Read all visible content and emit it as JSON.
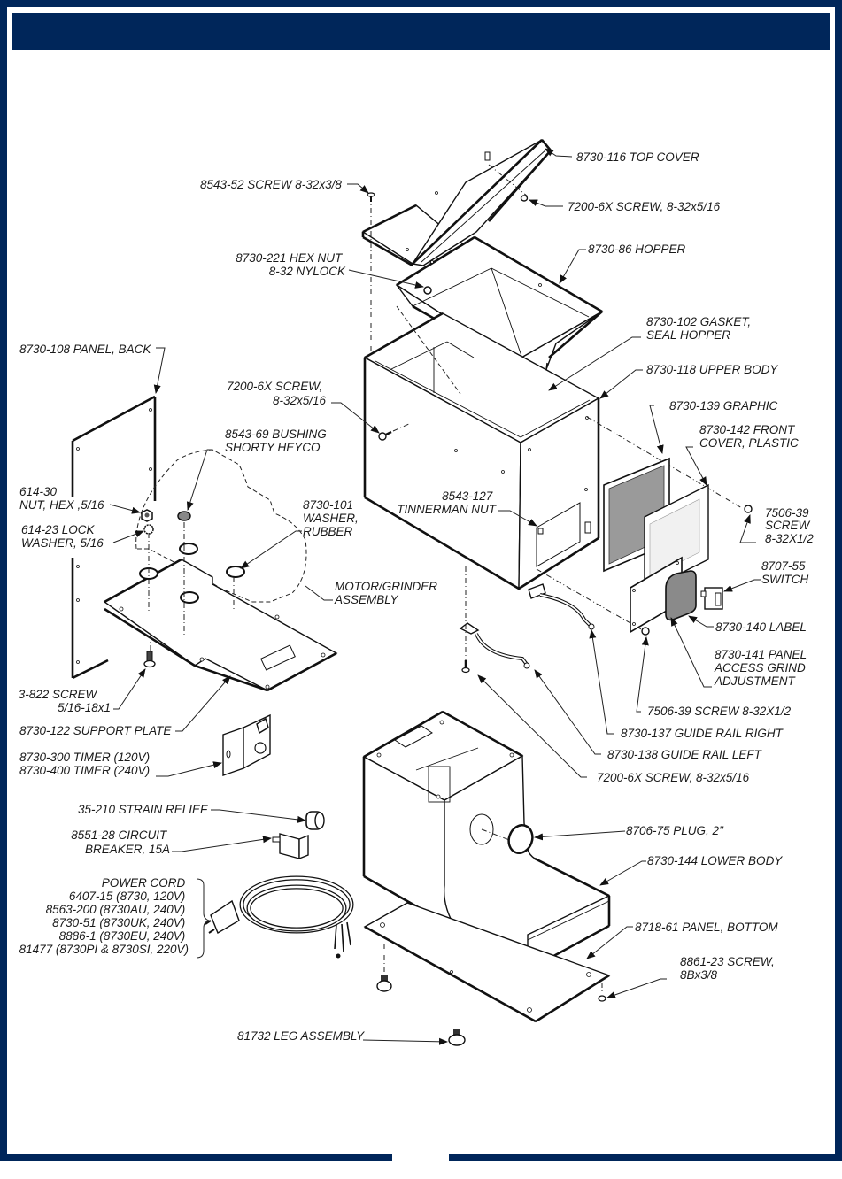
{
  "page": {
    "header_title": "",
    "frame_color": "#00265a",
    "diagram_title": "Exploded parts view — grinder assembly"
  },
  "labels": {
    "top_screw": "8543-52 SCREW 8-32x3/8",
    "top_cover": "8730-116 TOP COVER",
    "top_cover_screw": "7200-6X SCREW, 8-32x5/16",
    "hex_nut_1": "8730-221 HEX NUT",
    "hex_nut_2": "8-32 NYLOCK",
    "hopper": "8730-86 HOPPER",
    "gasket_1": "8730-102 GASKET,",
    "gasket_2": "SEAL HOPPER",
    "upper_body": "8730-118 UPPER BODY",
    "panel_back": "8730-108 PANEL, BACK",
    "side_screw_1": "7200-6X SCREW,",
    "side_screw_2": "8-32x5/16",
    "graphic": "8730-139 GRAPHIC",
    "front_cover_1": "8730-142 FRONT",
    "front_cover_2": "COVER, PLASTIC",
    "bushing_1": "8543-69 BUSHING",
    "bushing_2": "SHORTY HEYCO",
    "hex_nut_516_1": "614-30",
    "hex_nut_516_2": "NUT, HEX ,5/16",
    "lock_washer_1": "614-23 LOCK",
    "lock_washer_2": "WASHER, 5/16",
    "washer_1": "8730-101",
    "washer_2": "WASHER,",
    "washer_3": "RUBBER",
    "tinnerman_1": "8543-127",
    "tinnerman_2": "TINNERMAN NUT",
    "front_screw_1": "7506-39",
    "front_screw_2": "SCREW",
    "front_screw_3": "8-32X1/2",
    "switch_1": "8707-55",
    "switch_2": "SWITCH",
    "motor_1": "MOTOR/GRINDER",
    "motor_2": "ASSEMBLY",
    "label_part": "8730-140 LABEL",
    "access_panel_1": "8730-141 PANEL",
    "access_panel_2": "ACCESS GRIND",
    "access_panel_3": "ADJUSTMENT",
    "plate_screw_1": "3-822 SCREW",
    "plate_screw_2": "5/16-18x1",
    "support_plate": "8730-122 SUPPORT PLATE",
    "panel_screw": "7506-39 SCREW 8-32X1/2",
    "guide_right": "8730-137 GUIDE RAIL RIGHT",
    "guide_left": "8730-138 GUIDE RAIL LEFT",
    "timer_1": "8730-300 TIMER (120V)",
    "timer_2": "8730-400 TIMER (240V)",
    "rail_screw": "7200-6X SCREW, 8-32x5/16",
    "strain_relief": "35-210 STRAIN RELIEF",
    "breaker_1": "8551-28 CIRCUIT",
    "breaker_2": "BREAKER, 15A",
    "plug": "8706-75 PLUG, 2\"",
    "lower_body": "8730-144 LOWER BODY",
    "power_cord_title": "POWER CORD",
    "power_cord_options": [
      "6407-15 (8730, 120V)",
      "8563-200 (8730AU, 240V)",
      "8730-51 (8730UK, 240V)",
      "8886-1 (8730EU, 240V)",
      "81477 (8730PI & 8730SI, 220V)"
    ],
    "panel_bottom": "8718-61 PANEL, BOTTOM",
    "bottom_screw_1": "8861-23 SCREW,",
    "bottom_screw_2": "8Bx3/8",
    "leg": "81732 LEG ASSEMBLY"
  }
}
